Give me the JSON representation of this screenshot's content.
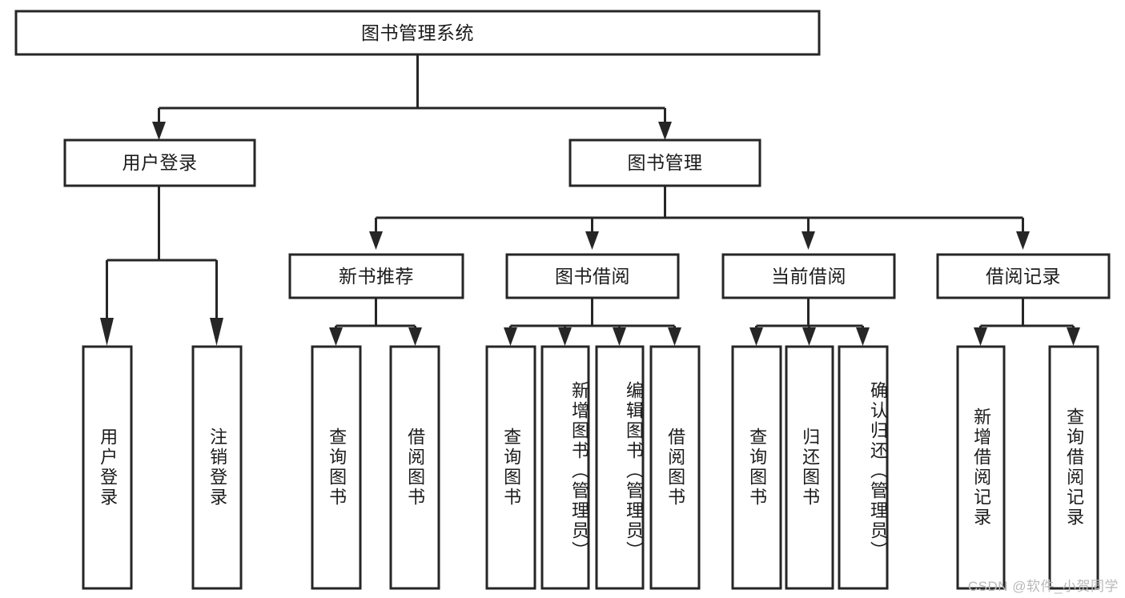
{
  "diagram": {
    "type": "tree-hierarchy",
    "title": "图书管理系统",
    "watermark": "CSDN @软件_小贺同学",
    "colors": {
      "stroke": "#262626",
      "fill": "#ffffff",
      "text": "#1b1b1b",
      "watermark": "#b9b9b9",
      "background": "#ffffff"
    },
    "nodes": {
      "root": {
        "label": "图书管理系统",
        "level": 0,
        "orientation": "horizontal"
      },
      "l1_0": {
        "label": "用户登录",
        "level": 1,
        "orientation": "horizontal"
      },
      "l1_1": {
        "label": "图书管理",
        "level": 1,
        "orientation": "horizontal"
      },
      "l2_0": {
        "label": "新书推荐",
        "level": 2,
        "orientation": "horizontal"
      },
      "l2_1": {
        "label": "图书借阅",
        "level": 2,
        "orientation": "horizontal"
      },
      "l2_2": {
        "label": "当前借阅",
        "level": 2,
        "orientation": "horizontal"
      },
      "l2_3": {
        "label": "借阅记录",
        "level": 2,
        "orientation": "horizontal"
      },
      "leaf_0": {
        "label": "用户登录",
        "level": 3,
        "orientation": "vertical"
      },
      "leaf_1": {
        "label": "注销登录",
        "level": 3,
        "orientation": "vertical"
      },
      "leaf_2": {
        "label": "查询图书",
        "level": 3,
        "orientation": "vertical"
      },
      "leaf_3": {
        "label": "借阅图书",
        "level": 3,
        "orientation": "vertical"
      },
      "leaf_4": {
        "label": "查询图书",
        "level": 3,
        "orientation": "vertical"
      },
      "leaf_5": {
        "label": "新增图书（管理员）",
        "level": 3,
        "orientation": "vertical"
      },
      "leaf_6": {
        "label": "编辑图书（管理员）",
        "level": 3,
        "orientation": "vertical"
      },
      "leaf_7": {
        "label": "借阅图书",
        "level": 3,
        "orientation": "vertical"
      },
      "leaf_8": {
        "label": "查询图书",
        "level": 3,
        "orientation": "vertical"
      },
      "leaf_9": {
        "label": "归还图书",
        "level": 3,
        "orientation": "vertical"
      },
      "leaf_10": {
        "label": "确认归还（管理员）",
        "level": 3,
        "orientation": "vertical"
      },
      "leaf_11": {
        "label": "新增借阅记录",
        "level": 3,
        "orientation": "vertical"
      },
      "leaf_12": {
        "label": "查询借阅记录",
        "level": 3,
        "orientation": "vertical"
      }
    },
    "edges": [
      {
        "from": "root",
        "to": "l1_0"
      },
      {
        "from": "root",
        "to": "l1_1"
      },
      {
        "from": "l1_1",
        "to": "l2_0"
      },
      {
        "from": "l1_1",
        "to": "l2_1"
      },
      {
        "from": "l1_1",
        "to": "l2_2"
      },
      {
        "from": "l1_1",
        "to": "l2_3"
      },
      {
        "from": "l1_0",
        "to": "leaf_0"
      },
      {
        "from": "l1_0",
        "to": "leaf_1"
      },
      {
        "from": "l2_0",
        "to": "leaf_2"
      },
      {
        "from": "l2_0",
        "to": "leaf_3"
      },
      {
        "from": "l2_1",
        "to": "leaf_4"
      },
      {
        "from": "l2_1",
        "to": "leaf_5"
      },
      {
        "from": "l2_1",
        "to": "leaf_6"
      },
      {
        "from": "l2_1",
        "to": "leaf_7"
      },
      {
        "from": "l2_2",
        "to": "leaf_8"
      },
      {
        "from": "l2_2",
        "to": "leaf_9"
      },
      {
        "from": "l2_2",
        "to": "leaf_10"
      },
      {
        "from": "l2_3",
        "to": "leaf_11"
      },
      {
        "from": "l2_3",
        "to": "leaf_12"
      }
    ]
  }
}
